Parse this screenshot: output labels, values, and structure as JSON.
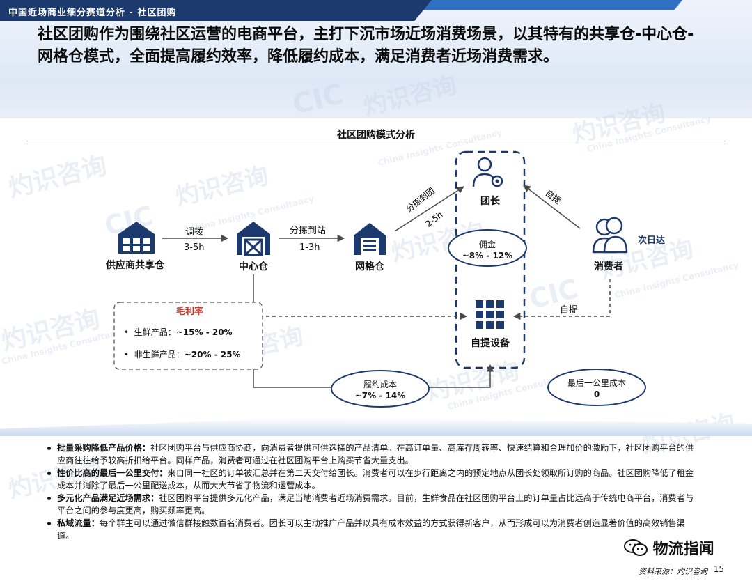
{
  "header": {
    "section": "中国近场商业细分赛道分析 - 社区团购"
  },
  "headline": "社区团购作为围绕社区运营的电商平台，主打下沉市场近场消费场景，以其特有的共享仓-中心仓-网格仓模式，全面提高履约效率，降低履约成本，满足消费者近场消费需求。",
  "diagram": {
    "title": "社区团购模式分析",
    "nodes": {
      "supplier": "供应商共享仓",
      "central": "中心仓",
      "grid": "网格仓",
      "leader": "团长",
      "consumer": "消费者",
      "pickup": "自提设备"
    },
    "edges": {
      "e1_label": "调拨",
      "e1_time": "3-5h",
      "e2_label": "分拣到站",
      "e2_time": "1-3h",
      "e3_label": "分拣到团",
      "e3_time": "2-5h",
      "consumer_to_leader": "自提",
      "consumer_to_pickup": "自提",
      "next_day": "次日达"
    },
    "commission": {
      "label": "佣金",
      "value": "~8% - 12%"
    },
    "fulfill": {
      "label": "履约成本",
      "value": "~7% - 14%"
    },
    "lastmile": {
      "label": "最后一公里成本",
      "value": "0"
    },
    "gross_margin": {
      "title": "毛利率",
      "fresh_label": "生鲜产品：",
      "fresh_value": "~15% - 20%",
      "nonfresh_label": "非生鲜产品：",
      "nonfresh_value": "~20% - 25%"
    }
  },
  "bullets": [
    {
      "title": "批量采购降低产品价格：",
      "text": "社区团购平台与供应商协商，向消费者提供可供选择的产品清单。在高订单量、高库存周转率、快速结算和合理加价的激励下，社区团购平台的供应商往往给予较高折扣给平台。同样产品，消费者可通过在社区团购平台上购买节省大量支出。"
    },
    {
      "title": "性价比高的最后一公里交付：",
      "text": "来自同一社区的订单被汇总并在第二天交付给团长。消费者可以在步行距离之内的预定地点从团长处领取所订购的商品。社区团购降低了租金成本并消除了最后一公里配送成本，从而大大节省了物流和运营成本。"
    },
    {
      "title": "多元化产品满足近场需求：",
      "text": "社区团购平台提供多元化产品，满足当地消费者近场消费需求。目前，生鲜食品在社区团购平台上的订单量占比远高于传统电商平台，消费者与平台之间的参与度更高，购买频率更高。"
    },
    {
      "title": "私域流量：",
      "text": "每个群主可以通过微信群接触数百名消费者。团长可以主动推广产品并以具有成本效益的方式获得新客户，从而形成可以为消费者创造显著价值的高效销售渠道。"
    }
  ],
  "footer": {
    "source": "资料来源：灼识咨询",
    "page": "15",
    "logo": "物流指闻"
  },
  "watermarks": {
    "brand": "灼识咨询",
    "mark": "CIC",
    "english": "China Insights Consultancy"
  },
  "colors": {
    "navy": "#1d3a6e",
    "accent": "#2f6fc4",
    "margin_red": "#c0392b"
  }
}
